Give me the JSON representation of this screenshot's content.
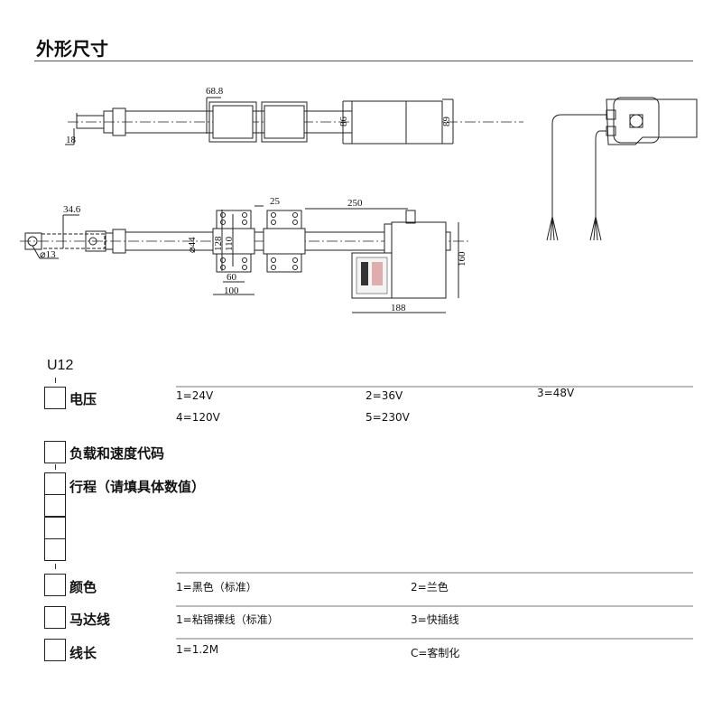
{
  "title": "外形尺寸",
  "drawing": {
    "top_view": {
      "dim_bracket": "68.8",
      "dim_rod": "18",
      "dim_motor_inner": "86",
      "dim_motor_outer": "89"
    },
    "side_view": {
      "dim_eye": "34.6",
      "dim_hole": "⌀13",
      "dim_tube": "⌀44",
      "dim_128": "128",
      "dim_110": "110",
      "dim_60": "60",
      "dim_100": "100",
      "dim_25": "25",
      "dim_250": "250",
      "dim_160": "160",
      "dim_188": "188"
    }
  },
  "form": {
    "model": "U12",
    "sections": [
      {
        "label": "电压",
        "options": [
          "1=24V",
          "2=36V",
          "3=48V",
          "4=120V",
          "5=230V"
        ]
      },
      {
        "label": "负载和速度代码",
        "options": []
      },
      {
        "label": "行程（请填具体数值）",
        "options": []
      },
      {
        "label": "颜色",
        "options": [
          "1=黑色（标准）",
          "2=兰色"
        ]
      },
      {
        "label": "马达线",
        "options": [
          "1=粘锡裸线（标准）",
          "3=快插线"
        ]
      },
      {
        "label": "线长",
        "options": [
          "1=1.2M",
          "C=客制化"
        ]
      }
    ]
  }
}
